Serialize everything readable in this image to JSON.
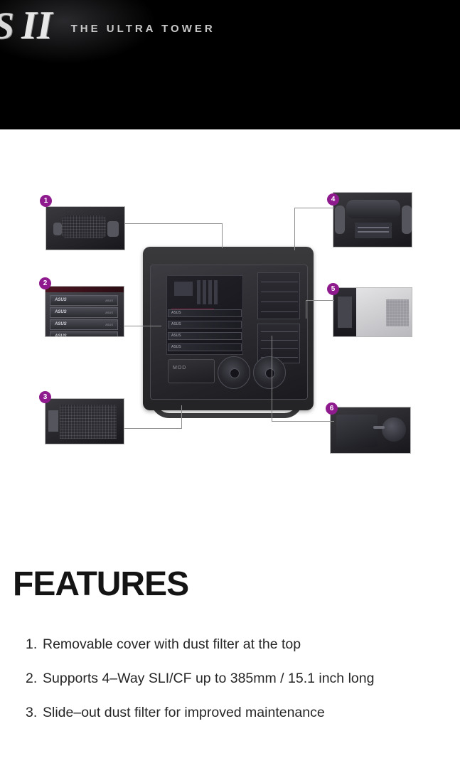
{
  "banner": {
    "logo_series": "S",
    "logo_mark": "II",
    "tagline": "The Ultra Tower"
  },
  "diagram": {
    "name": "case-exploded-callout-diagram",
    "callouts": [
      {
        "number": "1",
        "position": "top-left",
        "name": "callout-top-cover"
      },
      {
        "number": "2",
        "position": "middle-left",
        "name": "callout-expansion-slots"
      },
      {
        "number": "3",
        "position": "bottom-left",
        "name": "callout-dust-filter"
      },
      {
        "number": "4",
        "position": "top-right",
        "name": "callout-top-panel"
      },
      {
        "number": "5",
        "position": "middle-right",
        "name": "callout-drive-bay"
      },
      {
        "number": "6",
        "position": "bottom-right",
        "name": "callout-liquid-cooler"
      }
    ],
    "case_labels": {
      "psu_brand": "MOD",
      "slot_brand": "ASUS"
    }
  },
  "features": {
    "title": "FEATURES",
    "items": [
      {
        "num": "1.",
        "text": "Removable cover with dust filter at the top"
      },
      {
        "num": "2.",
        "text": "Supports 4–Way SLI/CF up to 385mm / 15.1 inch long"
      },
      {
        "num": "3.",
        "text": "Slide–out dust filter for improved maintenance"
      }
    ]
  },
  "colors": {
    "badge": "#8e1a8e",
    "banner_bg": "#000000",
    "page_bg": "#ffffff",
    "text": "#262626"
  }
}
